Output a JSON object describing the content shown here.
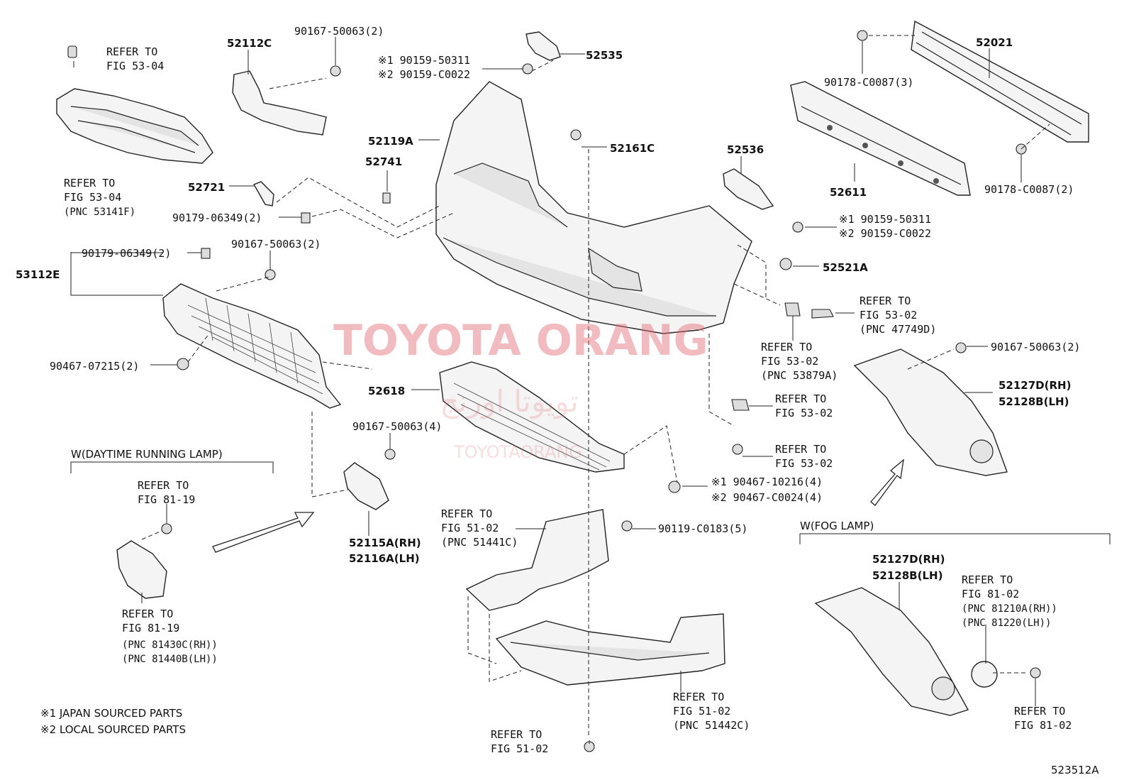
{
  "labels": {
    "refer_53_04_top": [
      "REFER TO",
      "FIG 53-04"
    ],
    "refer_53_04_bottom": [
      "REFER TO",
      "FIG 53-04",
      "(PNC 53141F)"
    ],
    "p52112C": "52112C",
    "p90167_top": "90167-50063(2)",
    "p52535_notes": [
      "※1 90159-50311",
      "※2 90159-C0022"
    ],
    "p52535": "52535",
    "p52021": "52021",
    "p90178_top": "90178-C0087(3)",
    "p52119A": "52119A",
    "p52741": "52741",
    "p52161C": "52161C",
    "p52536": "52536",
    "p52611": "52611",
    "p90178_bottom": "90178-C0087(2)",
    "p52721": "52721",
    "p90179_a": "90179-06349(2)",
    "p52536_notes": [
      "※1 90159-50311",
      "※2 90159-C0022"
    ],
    "p53112E": "53112E",
    "p90179_b": "90179-06349(2)",
    "p90167_mid": "90167-50063(2)",
    "p52521A": "52521A",
    "refer_53_02_a": [
      "REFER TO",
      "FIG 53-02",
      "(PNC 47749D)"
    ],
    "refer_53_02_b": [
      "REFER TO",
      "FIG 53-02",
      "(PNC 53879A)"
    ],
    "p90167_right": "90167-50063(2)",
    "p90467_left": "90467-07215(2)",
    "p52618": "52618",
    "p52127D_a": [
      "52127D(RH)",
      "52128B(LH)"
    ],
    "refer_53_02_c": [
      "REFER TO",
      "FIG 53-02"
    ],
    "refer_53_02_d": [
      "REFER TO",
      "FIG 53-02"
    ],
    "p90167_4": "90167-50063(4)",
    "drl_title": "W(DAYTIME RUNNING LAMP)",
    "refer_81_19_top": [
      "REFER TO",
      "FIG 81-19"
    ],
    "p90467_notes": [
      "※1 90467-10216(4)",
      "※2 90467-C0024(4)"
    ],
    "refer_51_02_a": [
      "REFER TO",
      "FIG 51-02",
      "(PNC 51441C)"
    ],
    "p90119": "90119-C0183(5)",
    "fog_title": "W(FOG LAMP)",
    "p52115A": [
      "52115A(RH)",
      "52116A(LH)"
    ],
    "p52127D_b": [
      "52127D(RH)",
      "52128B(LH)"
    ],
    "refer_81_02_a": [
      "REFER TO",
      "FIG 81-02",
      "(PNC 81210A(RH))",
      "(PNC 81220(LH))"
    ],
    "refer_81_19_bottom": [
      "REFER TO",
      "FIG 81-19",
      "(PNC 81430C(RH))",
      "(PNC 81440B(LH))"
    ],
    "refer_51_02_b": [
      "REFER TO",
      "FIG 51-02",
      "(PNC 51442C)"
    ],
    "refer_81_02_b": [
      "REFER TO",
      "FIG 81-02"
    ],
    "refer_51_02_c": [
      "REFER TO",
      "FIG 51-02"
    ],
    "footnotes": [
      "※1 JAPAN SOURCED PARTS",
      "※2 LOCAL SOURCED PARTS"
    ],
    "diagram_id": "523512A"
  },
  "watermark": {
    "main": "TOYOTA ORANG",
    "arabic": "تويوتا اورنج",
    "sub": "TOYOTAORANG"
  },
  "colors": {
    "line": "#222222",
    "watermark": "#e46a73",
    "background": "#ffffff"
  }
}
